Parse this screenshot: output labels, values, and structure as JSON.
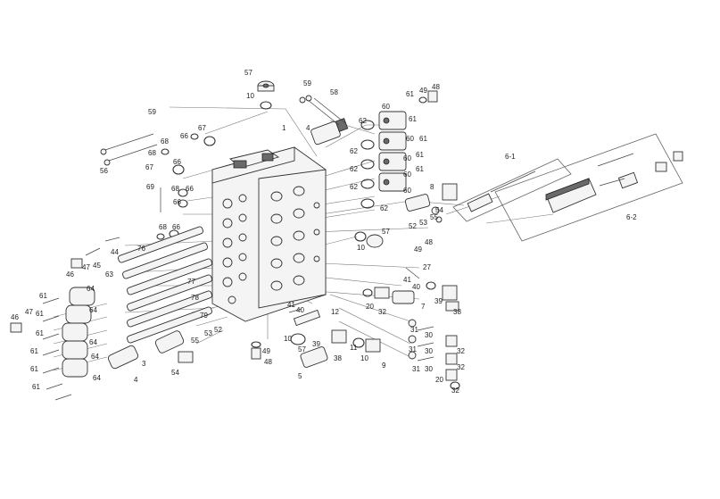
{
  "diagram": {
    "labels": [
      {
        "id": "l57a",
        "text": "57"
      },
      {
        "id": "l10a",
        "text": "10"
      },
      {
        "id": "l59a",
        "text": "59"
      },
      {
        "id": "l58a",
        "text": "58"
      },
      {
        "id": "l1",
        "text": "1"
      },
      {
        "id": "l4a",
        "text": "4"
      },
      {
        "id": "l62a",
        "text": "62"
      },
      {
        "id": "l62b",
        "text": "62"
      },
      {
        "id": "l62c",
        "text": "62"
      },
      {
        "id": "l62d",
        "text": "62"
      },
      {
        "id": "l62e",
        "text": "62"
      },
      {
        "id": "l60a",
        "text": "60"
      },
      {
        "id": "l61a",
        "text": "61"
      },
      {
        "id": "l61b",
        "text": "61"
      },
      {
        "id": "l49a",
        "text": "49"
      },
      {
        "id": "l48a",
        "text": "48"
      },
      {
        "id": "l60b",
        "text": "60"
      },
      {
        "id": "l61c",
        "text": "61"
      },
      {
        "id": "l60c",
        "text": "60"
      },
      {
        "id": "l61d",
        "text": "61"
      },
      {
        "id": "l60d",
        "text": "60"
      },
      {
        "id": "l61e",
        "text": "61"
      },
      {
        "id": "l60e",
        "text": "60"
      },
      {
        "id": "l8",
        "text": "8"
      },
      {
        "id": "l54",
        "text": "54"
      },
      {
        "id": "l55a",
        "text": "55"
      },
      {
        "id": "l53a",
        "text": "53"
      },
      {
        "id": "l52a",
        "text": "52"
      },
      {
        "id": "l48b",
        "text": "48"
      },
      {
        "id": "l49b",
        "text": "49"
      },
      {
        "id": "l57b",
        "text": "57"
      },
      {
        "id": "l10b",
        "text": "10"
      },
      {
        "id": "l59b",
        "text": "59"
      },
      {
        "id": "l56",
        "text": "56"
      },
      {
        "id": "l67a",
        "text": "67"
      },
      {
        "id": "l66a",
        "text": "66"
      },
      {
        "id": "l68a",
        "text": "68"
      },
      {
        "id": "l68b",
        "text": "68"
      },
      {
        "id": "l67b",
        "text": "67"
      },
      {
        "id": "l66b",
        "text": "66"
      },
      {
        "id": "l69",
        "text": "69"
      },
      {
        "id": "l68c",
        "text": "68"
      },
      {
        "id": "l66c",
        "text": "66"
      },
      {
        "id": "l66d",
        "text": "66"
      },
      {
        "id": "l68d",
        "text": "68"
      },
      {
        "id": "l66e",
        "text": "66"
      },
      {
        "id": "l76",
        "text": "76"
      },
      {
        "id": "l44",
        "text": "44"
      },
      {
        "id": "l47a",
        "text": "47"
      },
      {
        "id": "l45",
        "text": "45"
      },
      {
        "id": "l46a",
        "text": "46"
      },
      {
        "id": "l63",
        "text": "63"
      },
      {
        "id": "l77",
        "text": "77"
      },
      {
        "id": "l78",
        "text": "78"
      },
      {
        "id": "l79",
        "text": "79"
      },
      {
        "id": "l53b",
        "text": "53"
      },
      {
        "id": "l52b",
        "text": "52"
      },
      {
        "id": "l55b",
        "text": "55"
      },
      {
        "id": "l54b",
        "text": "54"
      },
      {
        "id": "l3",
        "text": "3"
      },
      {
        "id": "l4b",
        "text": "4"
      },
      {
        "id": "l64a",
        "text": "64"
      },
      {
        "id": "l64b",
        "text": "64"
      },
      {
        "id": "l64c",
        "text": "64"
      },
      {
        "id": "l64d",
        "text": "64"
      },
      {
        "id": "l64e",
        "text": "64"
      },
      {
        "id": "l61f",
        "text": "61"
      },
      {
        "id": "l61g",
        "text": "61"
      },
      {
        "id": "l61h",
        "text": "61"
      },
      {
        "id": "l61i",
        "text": "61"
      },
      {
        "id": "l61j",
        "text": "61"
      },
      {
        "id": "l61k",
        "text": "61"
      },
      {
        "id": "l46b",
        "text": "46"
      },
      {
        "id": "l47b",
        "text": "47"
      },
      {
        "id": "l49c",
        "text": "49"
      },
      {
        "id": "l48c",
        "text": "48"
      },
      {
        "id": "l41a",
        "text": "41"
      },
      {
        "id": "l40a",
        "text": "40"
      },
      {
        "id": "l27",
        "text": "27"
      },
      {
        "id": "l39a",
        "text": "39"
      },
      {
        "id": "l38a",
        "text": "38"
      },
      {
        "id": "l20a",
        "text": "20"
      },
      {
        "id": "l32a",
        "text": "32"
      },
      {
        "id": "l7",
        "text": "7"
      },
      {
        "id": "l41b",
        "text": "41"
      },
      {
        "id": "l40b",
        "text": "40"
      },
      {
        "id": "l12",
        "text": "12"
      },
      {
        "id": "l10c",
        "text": "10"
      },
      {
        "id": "l39b",
        "text": "39"
      },
      {
        "id": "l57c",
        "text": "57"
      },
      {
        "id": "l11",
        "text": "11"
      },
      {
        "id": "l38b",
        "text": "38"
      },
      {
        "id": "l5",
        "text": "5"
      },
      {
        "id": "l10d",
        "text": "10"
      },
      {
        "id": "l9",
        "text": "9"
      },
      {
        "id": "l30a",
        "text": "30"
      },
      {
        "id": "l31a",
        "text": "31"
      },
      {
        "id": "l30b",
        "text": "30"
      },
      {
        "id": "l31b",
        "text": "31"
      },
      {
        "id": "l30c",
        "text": "30"
      },
      {
        "id": "l31c",
        "text": "31"
      },
      {
        "id": "l20b",
        "text": "20"
      },
      {
        "id": "l32b",
        "text": "32"
      },
      {
        "id": "l32c",
        "text": "32"
      },
      {
        "id": "l32d",
        "text": "32"
      },
      {
        "id": "l6_1",
        "text": "6-1"
      },
      {
        "id": "l6_2",
        "text": "6-2"
      }
    ]
  }
}
